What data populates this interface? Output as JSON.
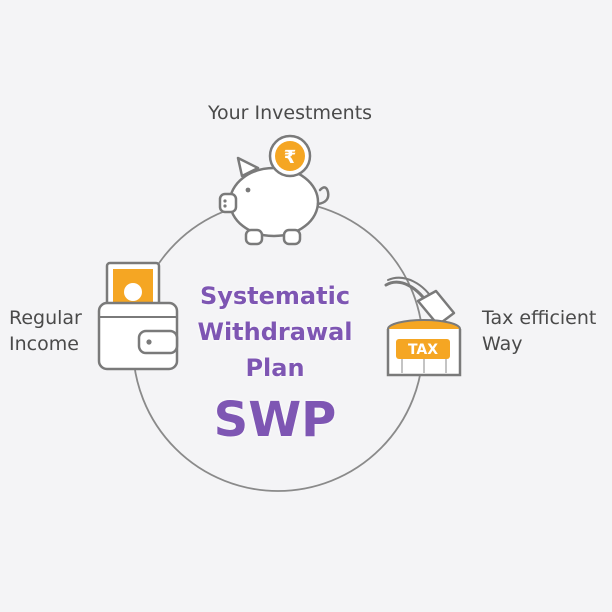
{
  "labels": {
    "top": "Your Investments",
    "left": [
      "Regular",
      "Income"
    ],
    "right": [
      "Tax efficient",
      "Way"
    ]
  },
  "center": {
    "title_lines": [
      "Systematic",
      "Withdrawal",
      "Plan"
    ],
    "abbreviation": "SWP"
  },
  "icons": {
    "piggy_bank": {
      "name": "piggy-bank-icon",
      "coin_symbol": "₹"
    },
    "wallet": {
      "name": "wallet-icon"
    },
    "tax_box": {
      "name": "tax-axe-icon",
      "tag": "TAX"
    }
  },
  "colors": {
    "accent": "#7e56b3",
    "coin": "#f5a623",
    "ring": "#8a8a8a",
    "text": "#4a4a4a",
    "background": "#f4f4f6"
  }
}
